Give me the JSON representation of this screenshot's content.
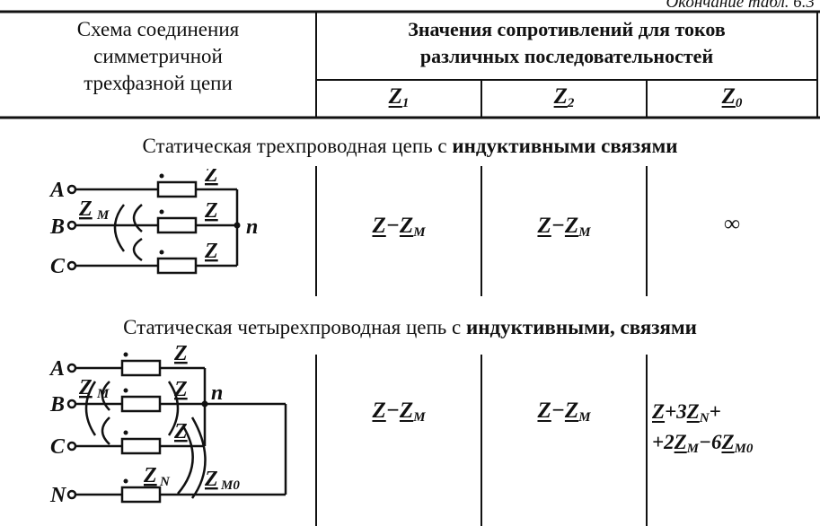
{
  "caption": "Окончание табл. 6.3",
  "header": {
    "scheme_col": [
      "Схема соединения",
      "симметричной",
      "трехфазной цепи"
    ],
    "values_col": [
      "Значения сопротивлений для токов",
      "различных последовательностей"
    ],
    "sub_cols": [
      {
        "sym": "Z",
        "sub": "1"
      },
      {
        "sym": "Z",
        "sub": "2"
      },
      {
        "sym": "Z",
        "sub": "0"
      }
    ]
  },
  "sections": [
    {
      "title_plain": "Статическая трехпроводная цепь с",
      "title_bold": "индуктивными связями",
      "z1": "Z−Z_M",
      "z2": "Z−Z_M",
      "z0": "∞",
      "scheme_labels": {
        "A": "A",
        "B": "B",
        "C": "C",
        "n": "n",
        "Z": "Z",
        "ZM": "Z"
      }
    },
    {
      "title_plain": "Статическая четырехпроводная цепь с",
      "title_bold": "индуктивными, связями",
      "z1": "Z−Z_M",
      "z2": "Z−Z_M",
      "z0_line1": "Z+3Z_N+",
      "z0_line2": "+2Z_M−6Z_M0",
      "scheme_labels": {
        "A": "A",
        "B": "B",
        "C": "C",
        "N": "N",
        "n": "n",
        "Z": "Z",
        "ZM": "Z",
        "ZN": "Z",
        "ZM0": "Z"
      }
    }
  ]
}
